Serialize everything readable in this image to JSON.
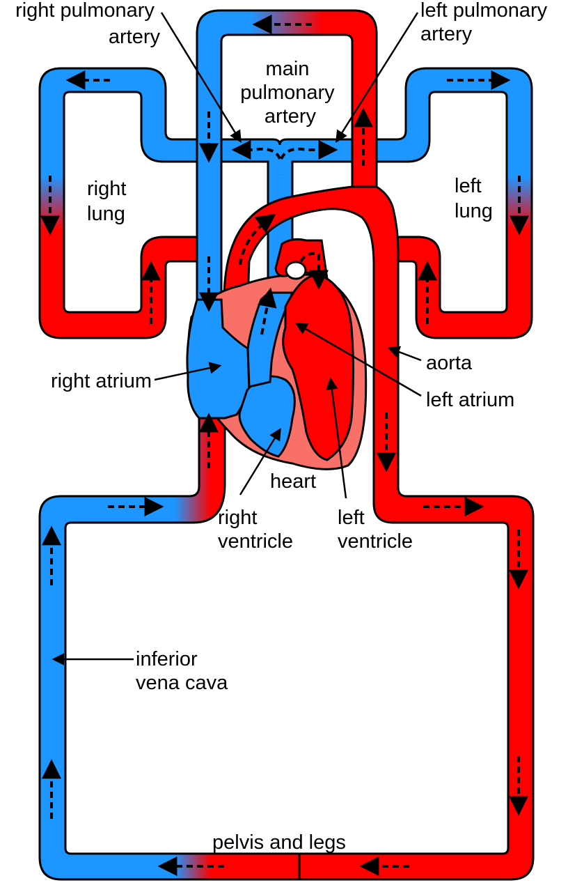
{
  "colors": {
    "deoxygenated": "#1e96ff",
    "oxygenated": "#ff0000",
    "heart_tissue": "#f87068",
    "outline": "#000000",
    "background": "#ffffff"
  },
  "labels": {
    "right_pulmonary_artery": [
      "right pulmonary",
      "artery"
    ],
    "left_pulmonary_artery": [
      "left pulmonary",
      "artery"
    ],
    "main_pulmonary_artery": [
      "main",
      "pulmonary",
      "artery"
    ],
    "right_lung": [
      "right",
      "lung"
    ],
    "left_lung": [
      "left",
      "lung"
    ],
    "right_atrium": [
      "right atrium"
    ],
    "aorta": [
      "aorta"
    ],
    "left_atrium": [
      "left atrium"
    ],
    "heart": [
      "heart"
    ],
    "right_ventricle": [
      "right",
      "ventricle"
    ],
    "left_ventricle": [
      "left",
      "ventricle"
    ],
    "inferior_vena_cava": [
      "inferior",
      "vena cava"
    ],
    "pelvis_and_legs": [
      "pelvis and legs"
    ]
  }
}
